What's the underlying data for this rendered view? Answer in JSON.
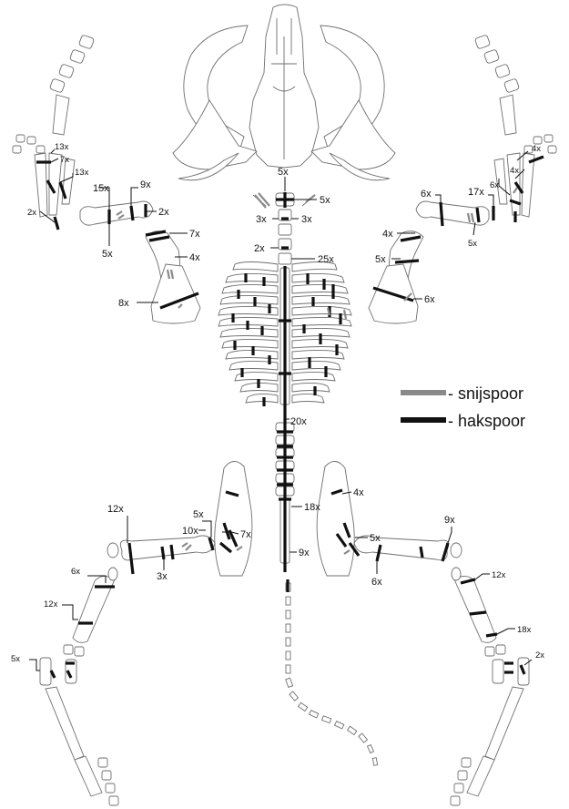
{
  "legend": {
    "cut": "- snijspoor",
    "chop": "- hakspoor",
    "cut_color": "#8a8a8a",
    "chop_color": "#111111"
  },
  "counts": {
    "atlas_top": "5x",
    "atlas_right": "5x",
    "atlas_left": "3x",
    "axis_right": "3x",
    "neck_left": "2x",
    "ribs_top": "25x",
    "lumbar": "20x",
    "sacrum": "18x",
    "tail": "9x",
    "lfoot_13": "13x",
    "lfoot_7": "7x",
    "lfoot_13b": "13x",
    "lfoot_2": "2x",
    "lradius_15": "15x",
    "lradius_9": "9x",
    "lradius_2": "2x",
    "lradius_5": "5x",
    "lhumerus_7": "7x",
    "lhumerus_4": "4x",
    "lscapula_8": "8x",
    "rfoot_4": "4x",
    "rfoot_4b": "4x",
    "rfoot_6": "6x",
    "rradius_17": "17x",
    "rradius_6": "6x",
    "rradius_5": "5x",
    "rhumerus_4": "4x",
    "rhumerus_5": "5x",
    "rscapula_6": "6x",
    "lfemur_12": "12x",
    "lfemur_10": "10x",
    "lfemur_3": "3x",
    "lpelvis_5": "5x",
    "lpelvis_7": "7x",
    "ltibia_6": "6x",
    "ltibia_12": "12x",
    "lhind_5": "5x",
    "rpelvis_4": "4x",
    "rpelvis_5": "5x",
    "rpelvis_6": "6x",
    "rfemur_9": "9x",
    "rtibia_12": "12x",
    "rtibia_18": "18x",
    "rhind_2": "2x"
  }
}
